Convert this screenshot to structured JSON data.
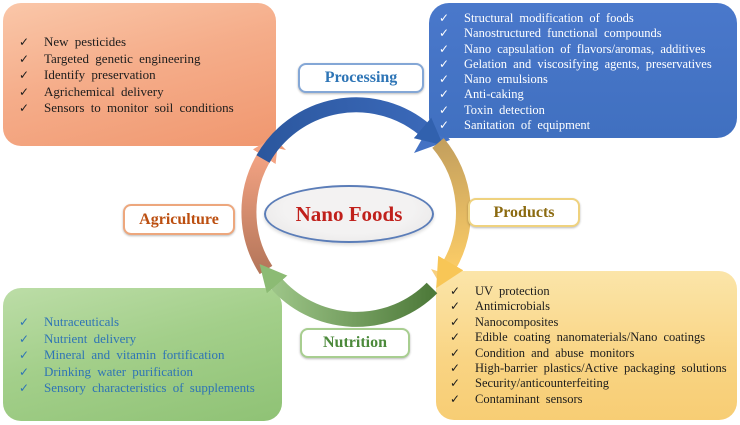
{
  "center": {
    "label": "Nano Foods"
  },
  "check_glyph": "✓",
  "nodes": {
    "processing": {
      "label": "Processing",
      "items": [
        "Structural modification of foods",
        "Nanostructured functional compounds",
        "Nano capsulation of flavors/aromas, additives",
        "Gelation and viscosifying agents, preservatives",
        "Nano emulsions",
        "Anti-caking",
        "Toxin detection",
        "Sanitation of equipment"
      ]
    },
    "products": {
      "label": "Products",
      "items": [
        "UV protection",
        "Antimicrobials",
        "Nanocomposites",
        "Edible coating nanomaterials/Nano coatings",
        "Condition and abuse monitors",
        "High-barrier plastics/Active packaging solutions",
        "Security/anticounterfeiting",
        "Contaminant sensors"
      ]
    },
    "nutrition": {
      "label": "Nutrition",
      "items": [
        "Nutraceuticals",
        "Nutrient delivery",
        "Mineral and vitamin fortification",
        "Drinking water purification",
        "Sensory characteristics of supplements"
      ]
    },
    "agriculture": {
      "label": "Agriculture",
      "items": [
        "New pesticides",
        "Targeted genetic engineering",
        "Identify preservation",
        "Agrichemical delivery",
        "Sensors to monitor soil conditions"
      ]
    }
  },
  "colors": {
    "agriculture_box": "#F2A57E",
    "processing_box": "#4472C4",
    "nutrition_box": "#A3CF8A",
    "products_box": "#F9D483",
    "center_text": "#C0201B",
    "processing_text": "#2E75B6",
    "agriculture_text": "#BC4F10",
    "products_text": "#8B6A10",
    "nutrition_text": "#4C8A3B",
    "arrow_blue": "#3161AE",
    "arrow_gold": "#F6C454",
    "arrow_green": "#74A35C",
    "arrow_orange": "#EF9C77"
  }
}
